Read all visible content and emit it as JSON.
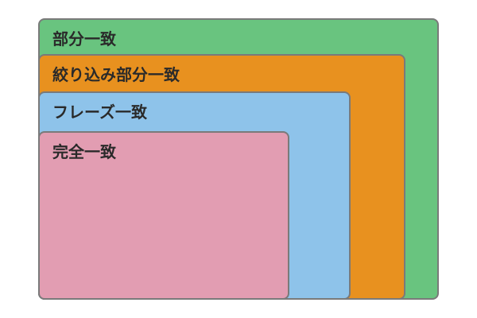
{
  "regions": [
    {
      "id": "partial",
      "label": "部分一致",
      "color": "#69c47f"
    },
    {
      "id": "refined",
      "label": "絞り込み部分一致",
      "color": "#e8911f"
    },
    {
      "id": "phrase",
      "label": "フレーズ一致",
      "color": "#8ec3ea"
    },
    {
      "id": "exact",
      "label": "完全一致",
      "color": "#e29db2"
    }
  ]
}
